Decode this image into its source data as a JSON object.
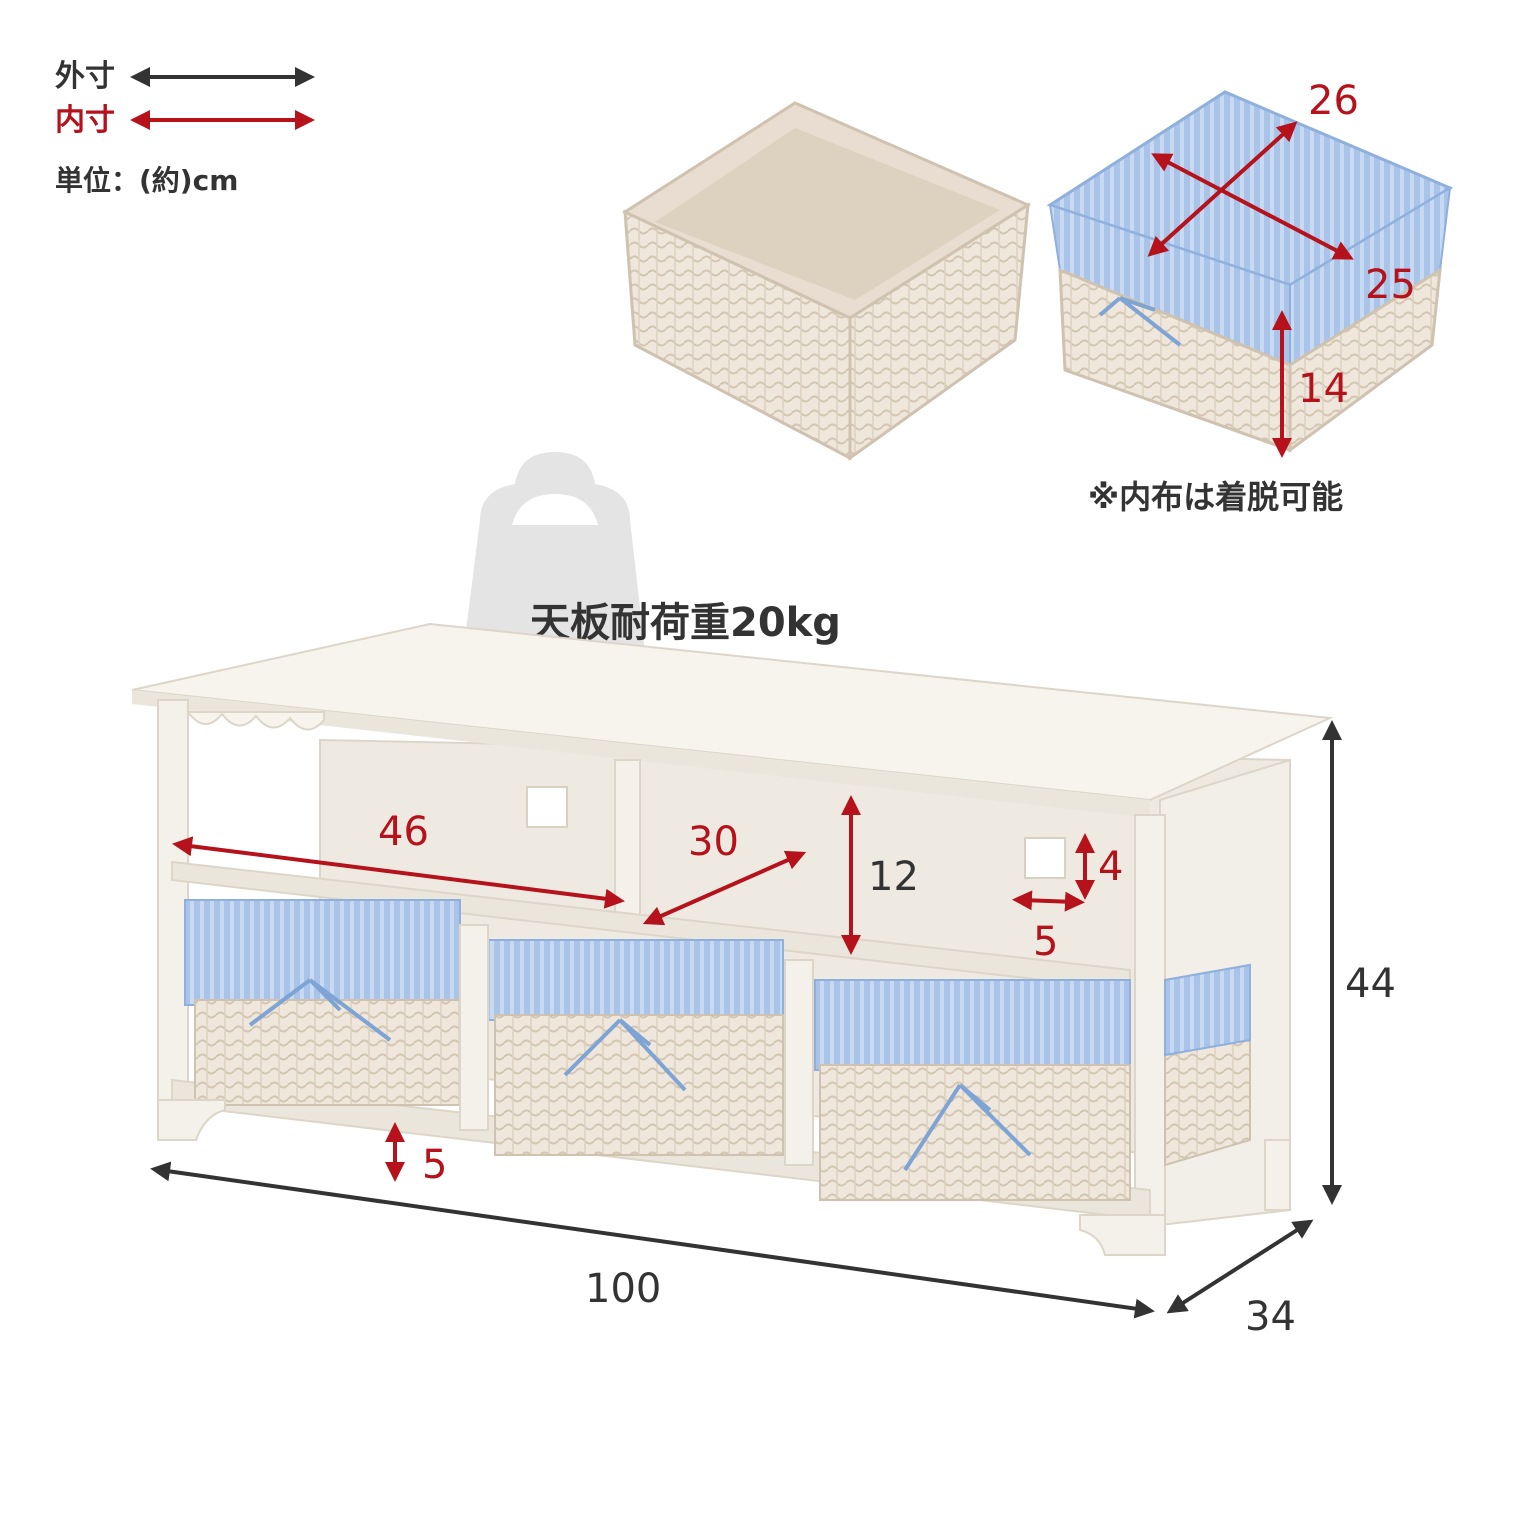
{
  "legend": {
    "outer_label": "外寸",
    "inner_label": "内寸",
    "unit_label": "単位：(約)cm",
    "outer_color": "#333333",
    "inner_color": "#b5121b"
  },
  "basket": {
    "inner_width": "26",
    "inner_depth": "25",
    "inner_height": "14",
    "note": "※内布は着脱可能"
  },
  "load": {
    "label": "天板耐荷重20kg",
    "icon": "weight-icon"
  },
  "bench": {
    "outer_width": "100",
    "outer_depth": "34",
    "outer_height": "44",
    "shelf_width": "46",
    "shelf_depth": "30",
    "shelf_height": "12",
    "hole_height": "4",
    "hole_width": "5",
    "bottom_clearance": "5"
  },
  "colors": {
    "wood": "#f6f3ec",
    "wicker": "#ece3d6",
    "fabric": "#a7c3e6",
    "ribbon": "#7ea4d6"
  }
}
